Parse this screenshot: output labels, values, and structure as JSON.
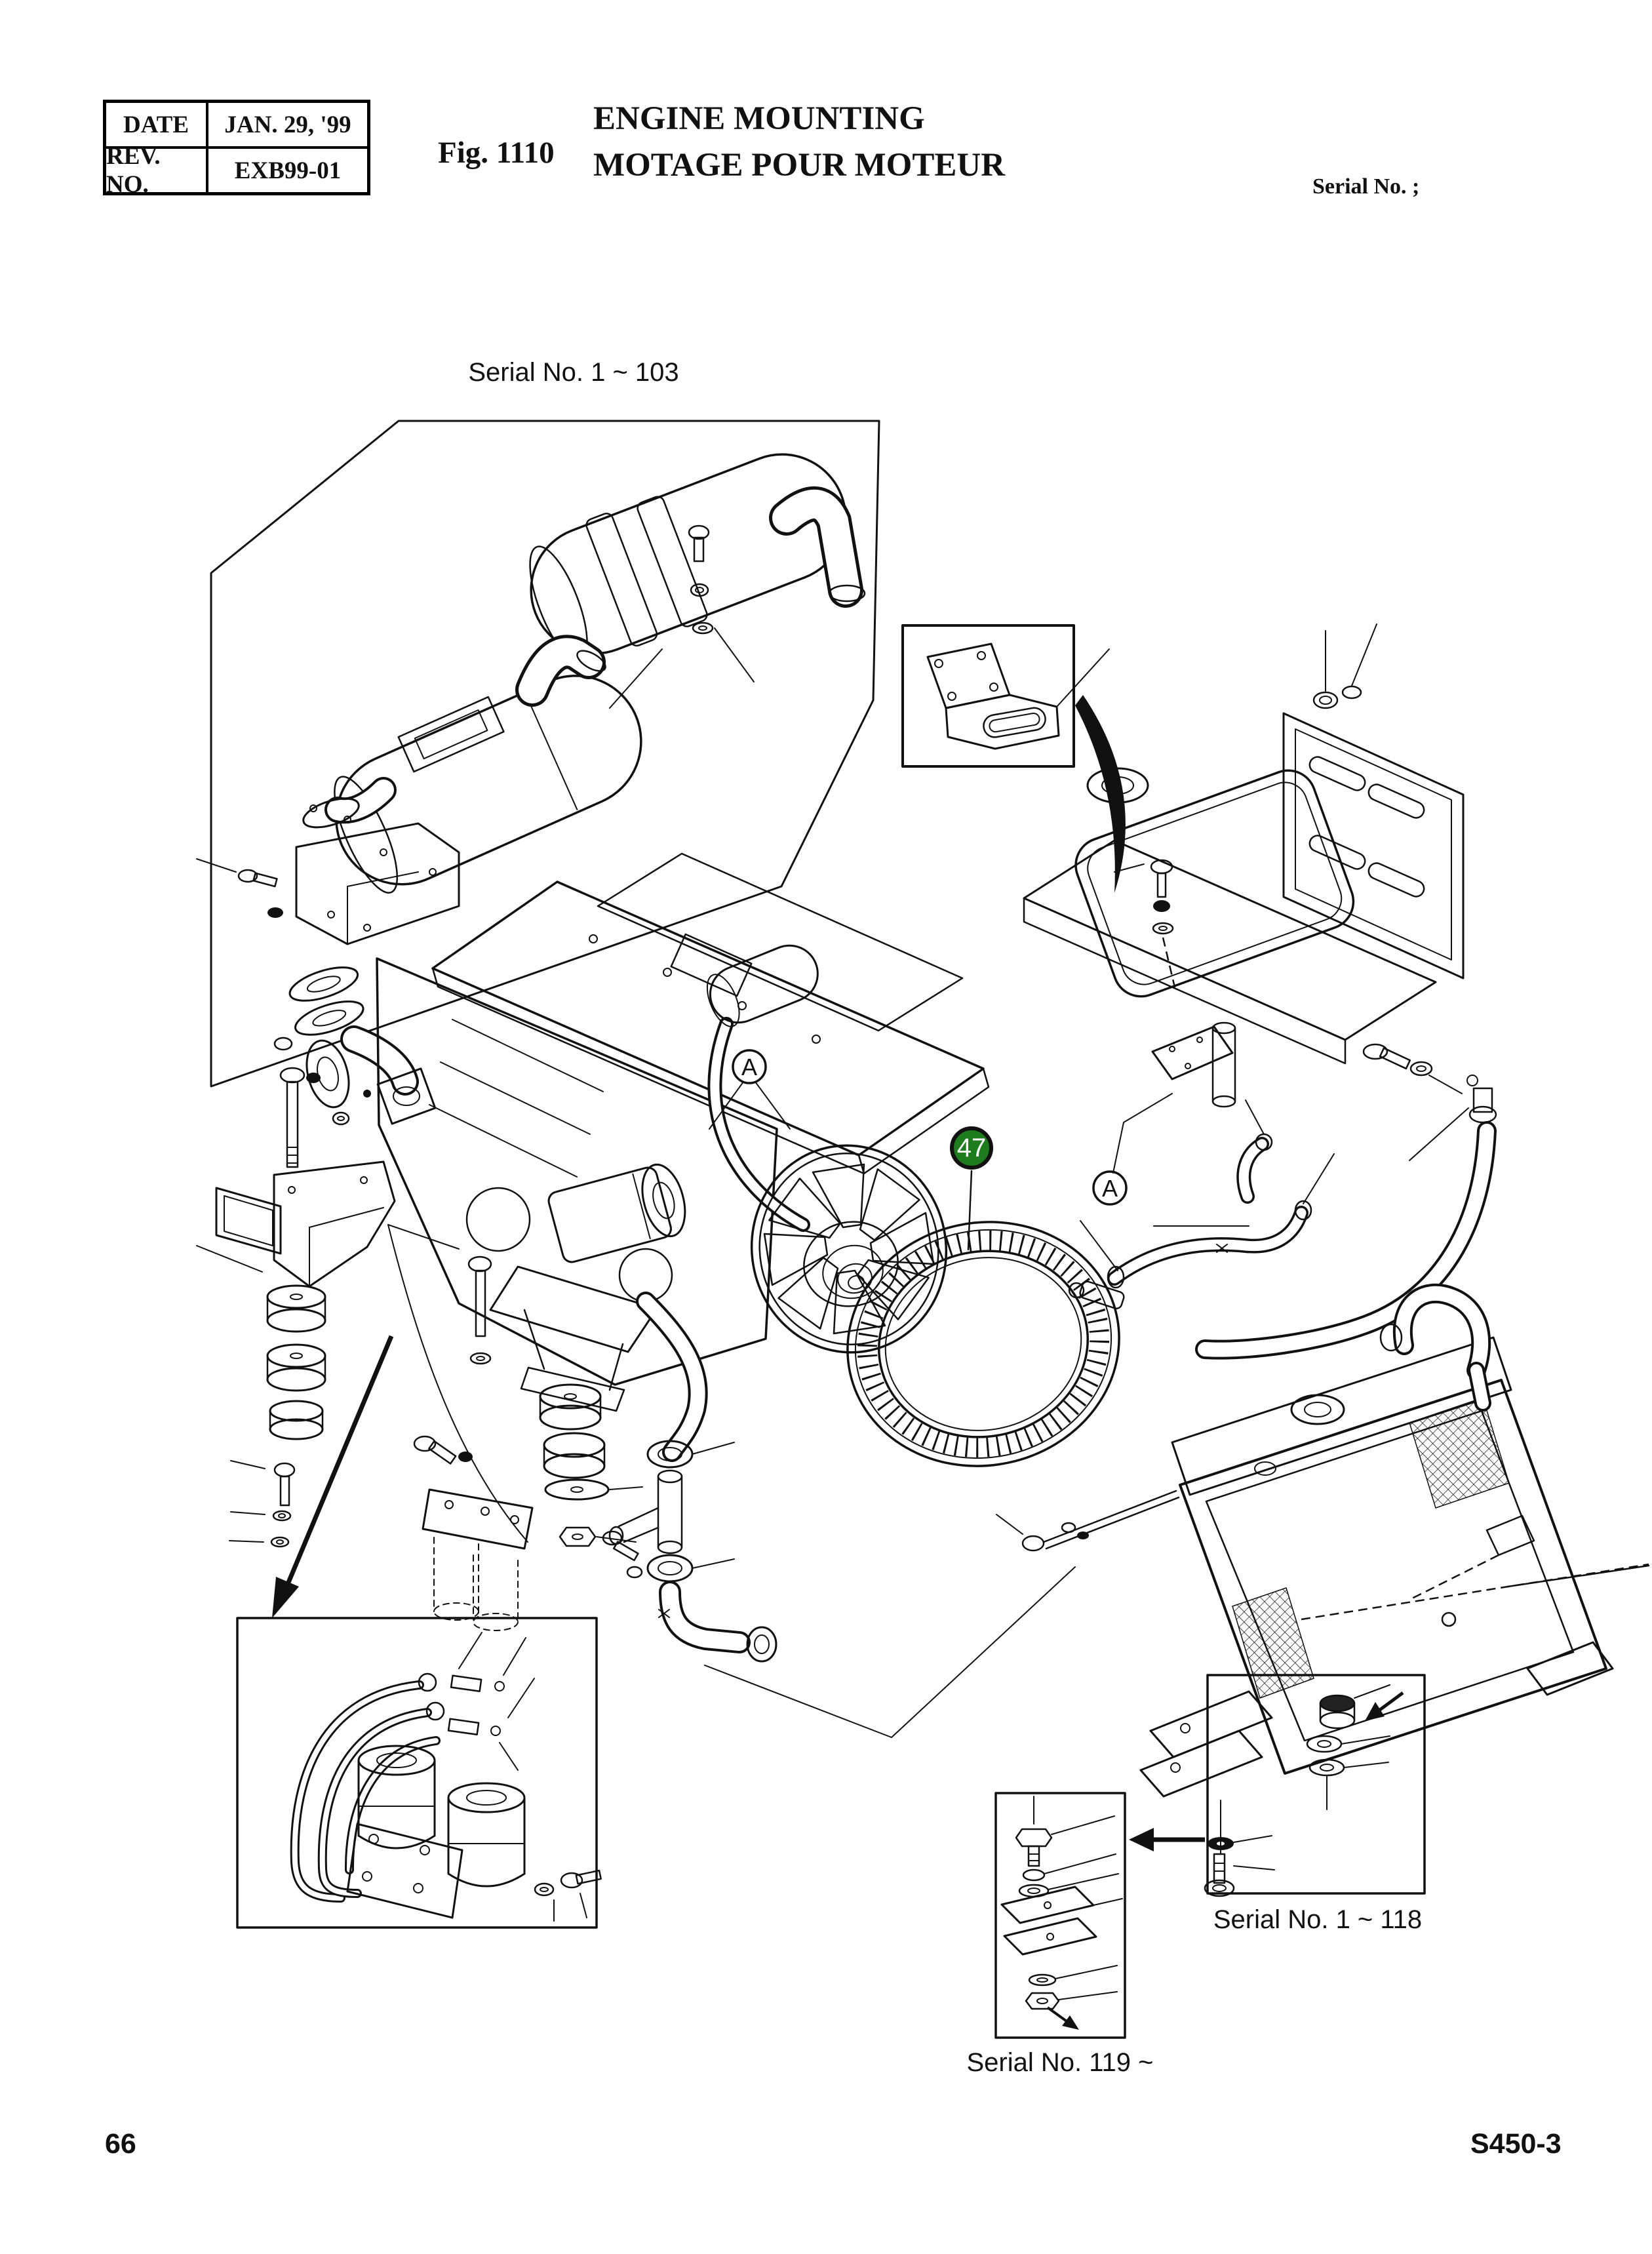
{
  "header": {
    "info_table": {
      "rows": [
        {
          "label": "DATE",
          "value": "JAN. 29, '99"
        },
        {
          "label": "REV. NO.",
          "value": "EXB99-01"
        }
      ]
    },
    "figure_label": "Fig. 1110",
    "title_en": "ENGINE MOUNTING",
    "title_fr": "MOTAGE POUR MOTEUR",
    "serial_note": "Serial No. ;"
  },
  "diagram": {
    "labels": {
      "serial_range_top": "Serial No. 1 ~ 103",
      "serial_range_right": "Serial No. 1 ~ 118",
      "serial_range_bottom": "Serial No. 119 ~"
    },
    "callouts": {
      "part_ball": {
        "number": "47",
        "color": "#1e7b1e"
      },
      "detail_letter": "A"
    }
  },
  "footer": {
    "page_number": "66",
    "doc_code": "S450-3"
  }
}
